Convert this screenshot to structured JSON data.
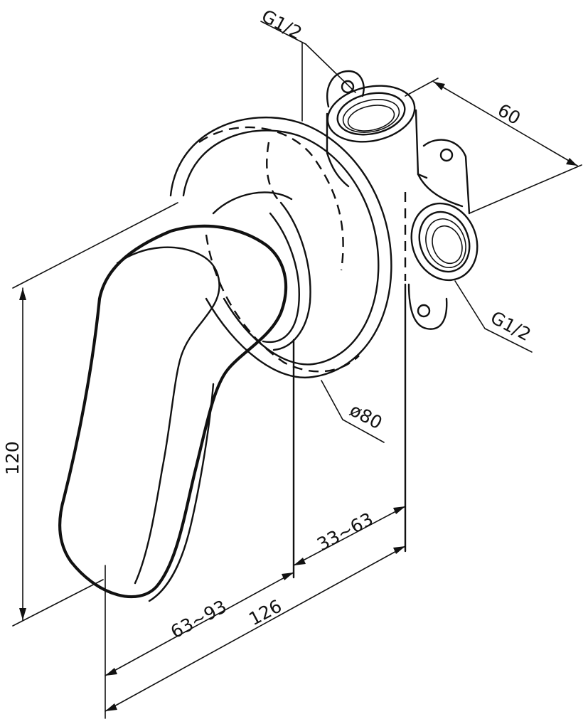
{
  "drawing": {
    "dimensions": {
      "thread_top": "G1/2",
      "thread_side": "G1/2",
      "depth": "60",
      "flange_diameter": "ø80",
      "height": "120",
      "embed_range": "33~63",
      "projection_range": "63~93",
      "total_length": "126"
    }
  },
  "colors": {
    "line": "#111111",
    "background": "#ffffff"
  }
}
